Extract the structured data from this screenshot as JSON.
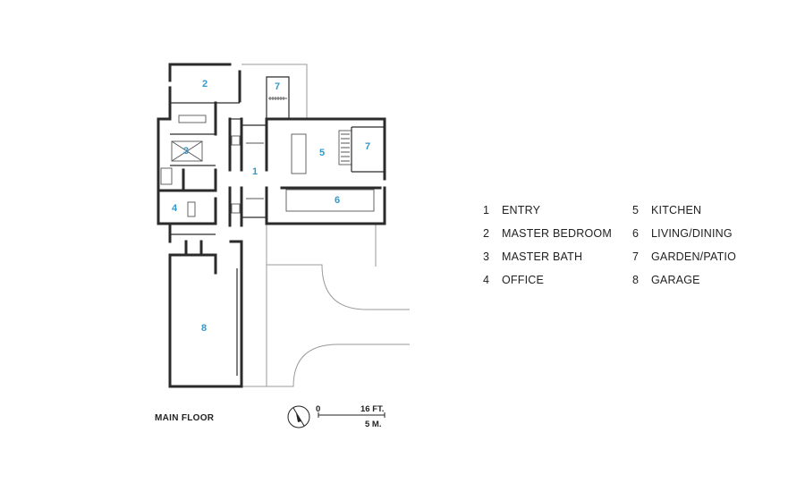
{
  "room_labels": {
    "r1": "1",
    "r2": "2",
    "r3": "3",
    "r4": "4",
    "r5": "5",
    "r6": "6",
    "r7a": "7",
    "r7b": "7",
    "r8": "8"
  },
  "floor_label": "MAIN FLOOR",
  "scale": {
    "zero": "0",
    "feet": "16 FT.",
    "meters": "5 M."
  },
  "legend": [
    {
      "num": "1",
      "label": "ENTRY"
    },
    {
      "num": "5",
      "label": "KITCHEN"
    },
    {
      "num": "2",
      "label": "MASTER BEDROOM"
    },
    {
      "num": "6",
      "label": "LIVING/DINING"
    },
    {
      "num": "3",
      "label": "MASTER BATH"
    },
    {
      "num": "7",
      "label": "GARDEN/PATIO"
    },
    {
      "num": "4",
      "label": "OFFICE"
    },
    {
      "num": "8",
      "label": "GARAGE"
    }
  ],
  "colors": {
    "room_number": "#3399cc",
    "walls": "#2b2b2b",
    "text": "#222222"
  }
}
